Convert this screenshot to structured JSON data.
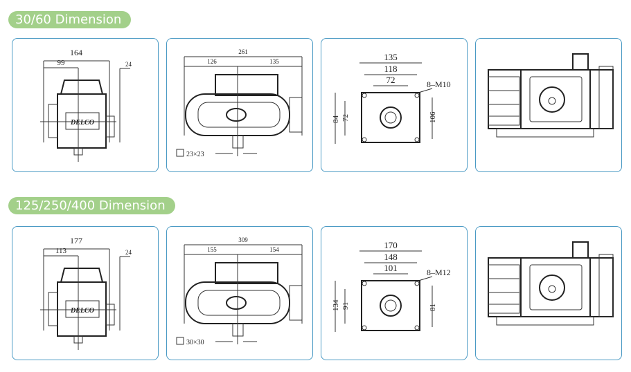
{
  "sections": [
    {
      "title": "30/60 Dimension",
      "front": {
        "overall": "164",
        "center": "99",
        "offset": "24",
        "brand": "DELCO"
      },
      "side": {
        "overall": "261",
        "left": "126",
        "right": "135",
        "shaft": "23×23"
      },
      "flange": {
        "outer": "135",
        "mid": "118",
        "inner": "72",
        "bolts": "8–M10",
        "h1": "84",
        "h2": "72",
        "h3": "106"
      }
    },
    {
      "title": "125/250/400 Dimension",
      "front": {
        "overall": "177",
        "center": "113",
        "offset": "24",
        "brand": "DELCO"
      },
      "side": {
        "overall": "309",
        "left": "155",
        "right": "154",
        "shaft": "30×30"
      },
      "flange": {
        "outer": "170",
        "mid": "148",
        "inner": "101",
        "bolts": "8–M12",
        "h1": "134",
        "h2": "91",
        "h3": "81"
      }
    }
  ]
}
